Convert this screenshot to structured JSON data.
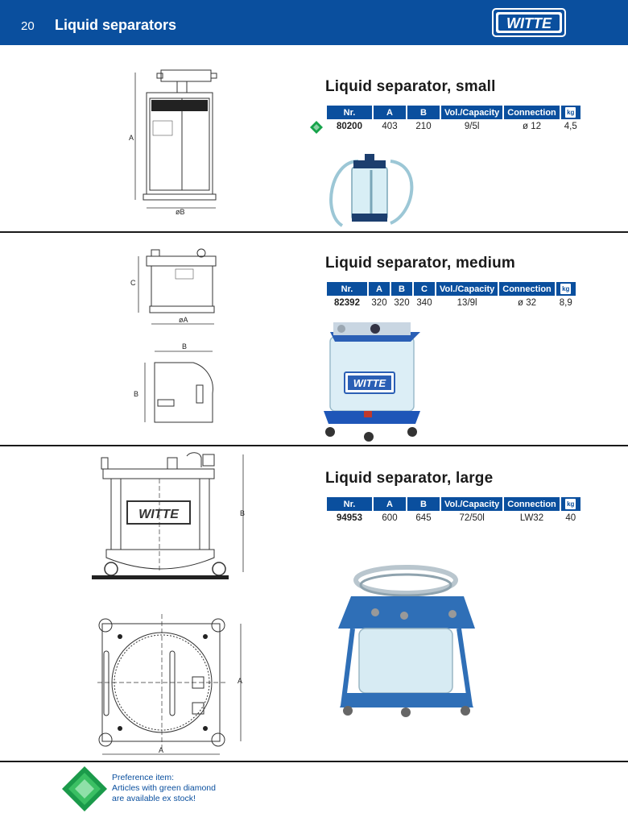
{
  "header": {
    "page_number": "20",
    "title": "Liquid separators",
    "logo_text": "WITTE",
    "background_color": "#0a4f9e"
  },
  "sections": [
    {
      "title": "Liquid separator, small",
      "columns": [
        "Nr.",
        "A",
        "B",
        "Vol./Capacity",
        "Connection",
        "kg"
      ],
      "row": [
        "80200",
        "403",
        "210",
        "9/5l",
        "ø 12",
        "4,5"
      ],
      "preference_item": true,
      "drawing_labels": {
        "height": "A",
        "diameter": "øB"
      }
    },
    {
      "title": "Liquid separator, medium",
      "columns": [
        "Nr.",
        "A",
        "B",
        "C",
        "Vol./Capacity",
        "Connection",
        "kg"
      ],
      "row": [
        "82392",
        "320",
        "320",
        "340",
        "13/9l",
        "ø 32",
        "8,9"
      ],
      "preference_item": false,
      "drawing_labels": {
        "height": "C",
        "diameter": "øA",
        "top_width": "B",
        "top_depth": "B"
      }
    },
    {
      "title": "Liquid separator, large",
      "columns": [
        "Nr.",
        "A",
        "B",
        "Vol./Capacity",
        "Connection",
        "kg"
      ],
      "row": [
        "94953",
        "600",
        "645",
        "72/50l",
        "LW32",
        "40"
      ],
      "preference_item": false,
      "drawing_labels": {
        "height": "B",
        "depth": "A",
        "width": "A"
      }
    }
  ],
  "footer": {
    "line1": "Preference item:",
    "line2": "Articles with green diamond",
    "line3": "are available ex stock!",
    "diamond_color": "#16a34a"
  }
}
